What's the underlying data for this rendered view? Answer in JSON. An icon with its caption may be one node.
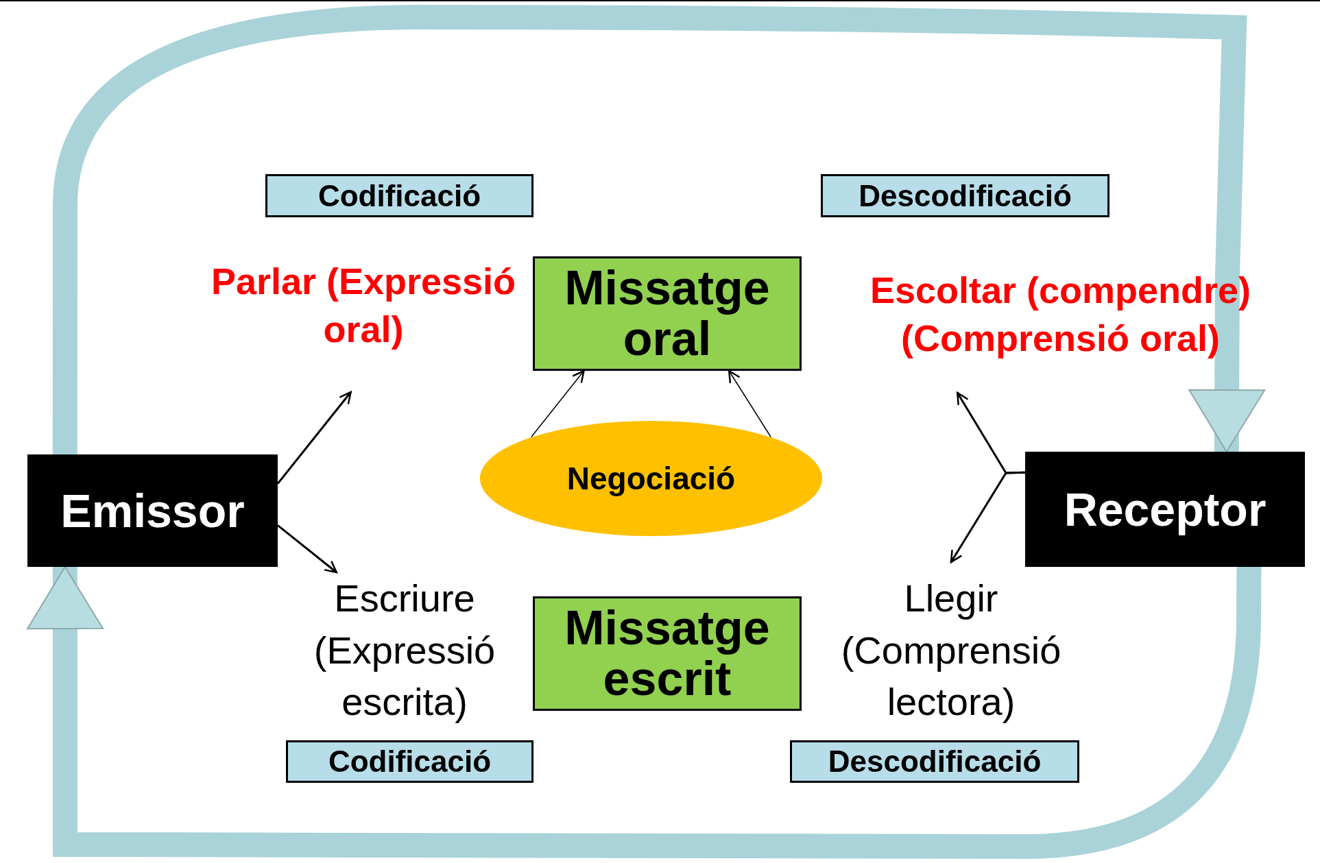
{
  "diagram": {
    "nodes": [
      {
        "text": [
          "Codificació"
        ]
      },
      {
        "text": [
          "Descodificació"
        ]
      },
      {
        "text": [
          "Parlar (Expressió oral)"
        ]
      },
      {
        "text": [
          "Missatge oral"
        ]
      },
      {
        "text": [
          "Escoltar (compendre) (Comprensió oral)"
        ]
      },
      {
        "text": [
          "Emissor"
        ]
      },
      {
        "text": [
          "Negociació"
        ]
      },
      {
        "text": [
          "Receptor"
        ]
      },
      {
        "text": [
          "Escriure (Expressió escrita)"
        ]
      },
      {
        "text": [
          "Missatge escrit"
        ]
      },
      {
        "text": [
          "Llegir (Comprensió lectora)"
        ]
      },
      {
        "text": [
          "Codificació"
        ]
      },
      {
        "text": [
          "Descodificació"
        ]
      }
    ],
    "edges": [
      {
        "from": 5,
        "to": 2,
        "arrow": "to"
      },
      {
        "from": 5,
        "to": 8,
        "arrow": "to"
      },
      {
        "from": 6,
        "to": 3,
        "arrow": "to"
      },
      {
        "from": 6,
        "to": 3,
        "arrow": "to"
      },
      {
        "from": 7,
        "to": 4,
        "arrow": "to"
      },
      {
        "from": 7,
        "to": 10,
        "arrow": "to"
      },
      {
        "from": 5,
        "to": 7,
        "arrow": "to",
        "style": "thick",
        "color": "#a9d3d8"
      },
      {
        "from": 7,
        "to": 5,
        "arrow": "to",
        "style": "thick",
        "color": "#a9d3d8"
      }
    ]
  }
}
